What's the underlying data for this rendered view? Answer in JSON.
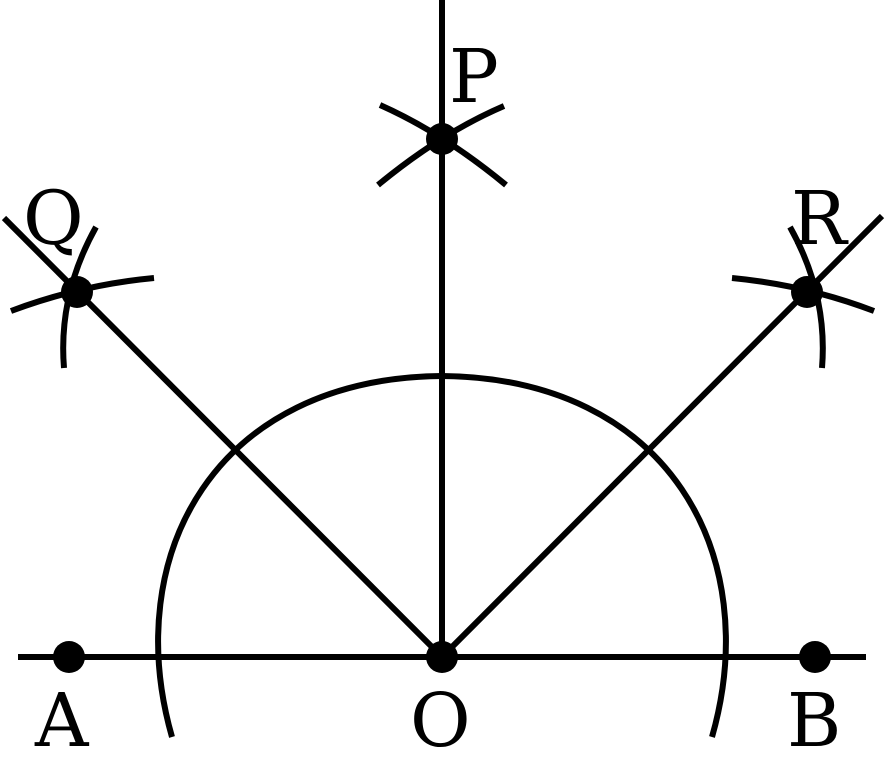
{
  "labels": {
    "A": "A",
    "B": "B",
    "O": "O",
    "P": "P",
    "Q": "Q",
    "R": "R"
  },
  "colors": {
    "stroke": "#000000",
    "background": "#ffffff"
  }
}
